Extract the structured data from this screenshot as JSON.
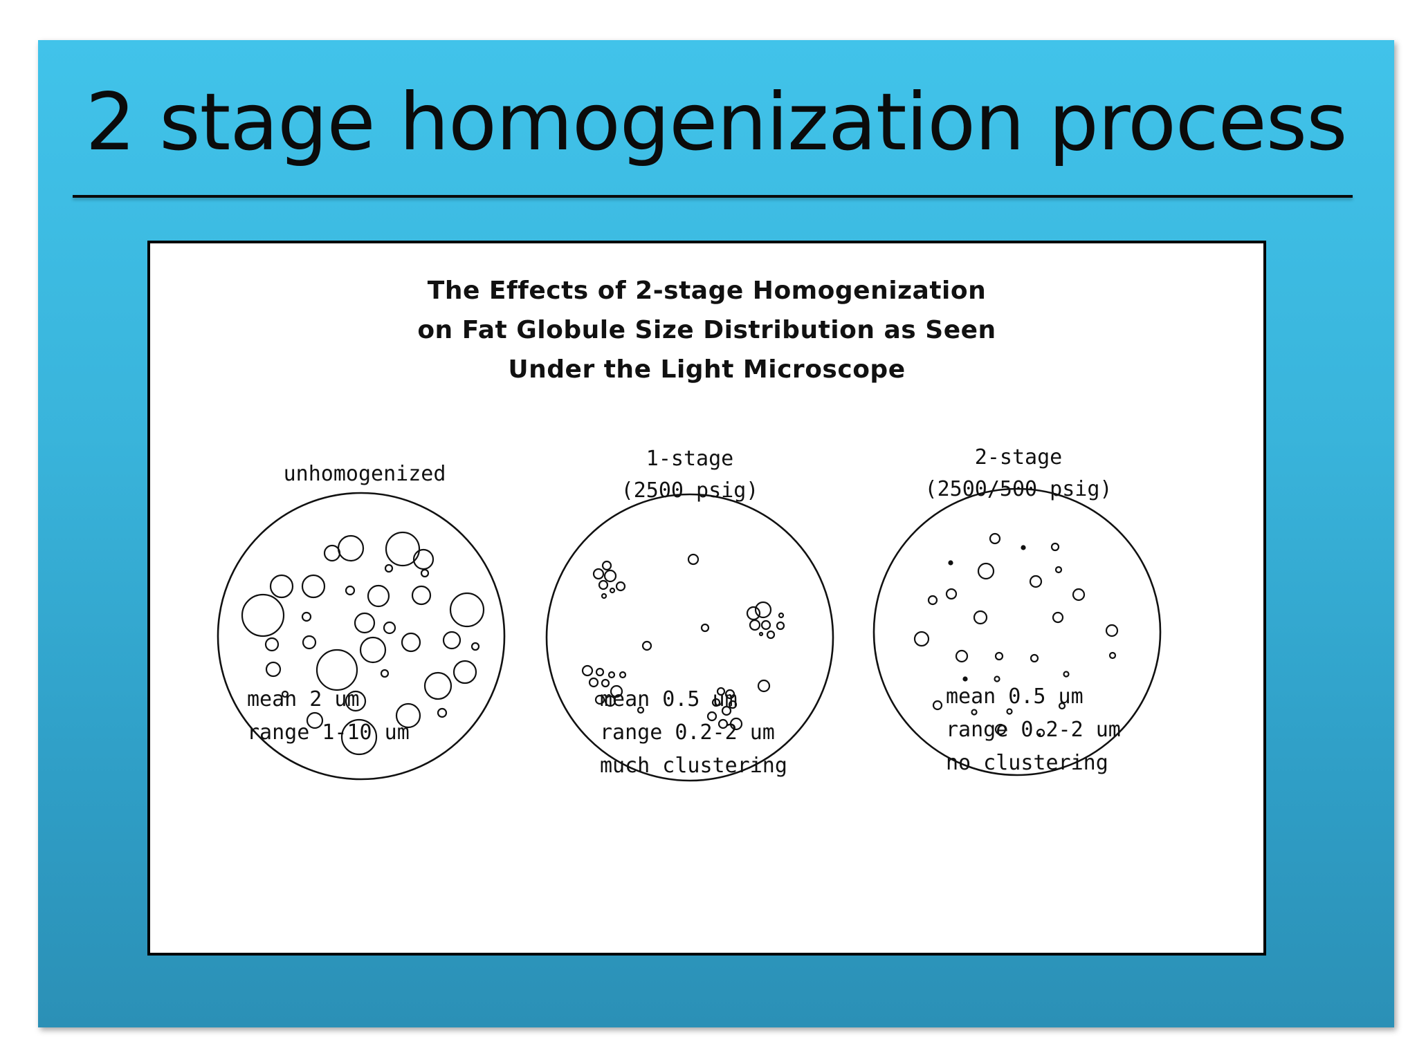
{
  "slide": {
    "title": "2 stage homogenization process"
  },
  "figure": {
    "title_lines": [
      "The Effects of 2-stage Homogenization",
      "on Fat Globule Size Distribution as Seen",
      "Under the Light Microscope"
    ],
    "panels": [
      {
        "label_lines": [
          "unhomogenized"
        ],
        "stats": [
          "mean 2 um",
          "range 1-10 um"
        ]
      },
      {
        "label_lines": [
          "1-stage",
          "(2500 psig)"
        ],
        "stats": [
          "mean 0.5 um",
          "range 0.2-2 um",
          "much clustering"
        ]
      },
      {
        "label_lines": [
          "2-stage",
          "(2500/500 psig)"
        ],
        "stats": [
          "mean 0.5 um",
          "range 0.2-2 um",
          "no clustering"
        ]
      }
    ]
  }
}
